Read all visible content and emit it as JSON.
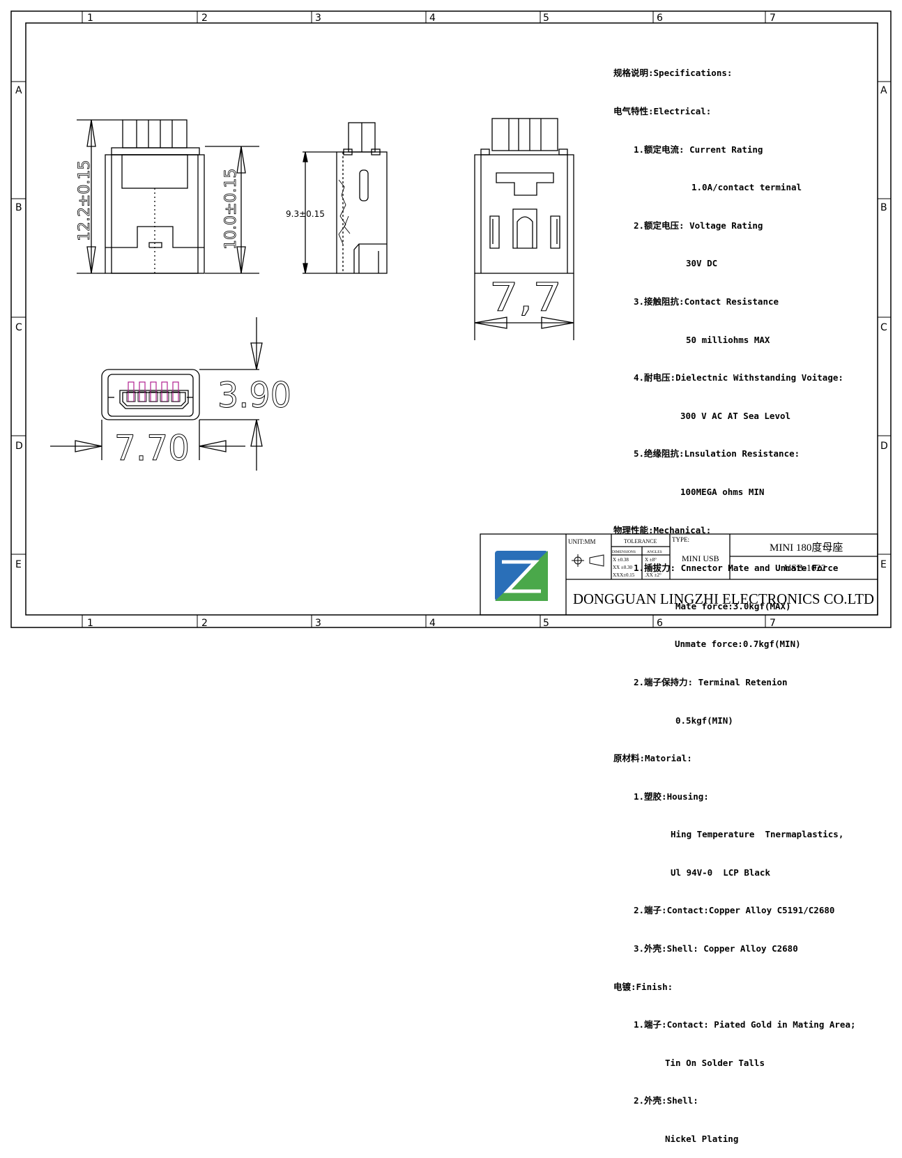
{
  "border": {
    "col_labels": [
      "1",
      "2",
      "3",
      "4",
      "5",
      "6",
      "7"
    ],
    "row_labels": [
      "A",
      "B",
      "C",
      "D",
      "E"
    ]
  },
  "dims": {
    "height_12_2": "12.2±0.15",
    "height_10_0": "10.0±0.15",
    "height_9_3": "9.3±0.15",
    "width_7_7_side": "7,7",
    "thickness_3_90": "3.90",
    "width_7_70_front": "7.70"
  },
  "specs": {
    "title": "规格说明:Specifications:",
    "electrical": "电气特性:Electrical:",
    "e1": "1.额定电流: Current Rating",
    "e1v": "1.0A/contact terminal",
    "e2": "2.额定电压: Voltage Rating",
    "e2v": "30V DC",
    "e3": "3.接触阻抗:Contact Resistance",
    "e3v": "50 milliohms MAX",
    "e4": "4.耐电压:Dielectnic Withstanding Voitage:",
    "e4v": "300 V AC AT Sea Levol",
    "e5": "5.绝缘阻抗:Lnsulation Resistance:",
    "e5v": "100MEGA ohms MIN",
    "mechanical": "物理性能:Mechanical:",
    "m1": "1.插拔力: Cnnector Mate and Unmate Force",
    "m1a": "Mate force:3.0kgf(MAX)",
    "m1b": "Unmate force:0.7kgf(MIN)",
    "m2": "2.端子保持力: Terminal Retenion",
    "m2v": "0.5kgf(MIN)",
    "material": "原材料:Matorial:",
    "t1": "1.塑胶:Housing:",
    "t1a": "Hing Temperature  Tnermaplastics,",
    "t1b": "Ul 94V-0  LCP Black",
    "t2": "2.端子:Contact:Copper Alloy C5191/C2680",
    "t3": "3.外壳:Shell: Copper Alloy C2680",
    "finish": "电镀:Finish:",
    "f1": "1.端子:Contact: Piated Gold in Mating Area;",
    "f1a": "Tin On Solder Talls",
    "f2": "2.外壳:Shell:",
    "f2a": "Nickel Plating"
  },
  "title_block": {
    "unit": "UNIT:MM",
    "tolerance": "TOLERANCE",
    "dimensions": "DIMENSIONS",
    "angles": "ANGLES",
    "tol_rows": [
      {
        "d": "X  ±0.38",
        "a": "X  ±8°"
      },
      {
        "d": "XX ±0.30",
        "a": ".X  ±5°"
      },
      {
        "d": "XXX±0.15",
        "a": ".XX ±2°"
      }
    ],
    "type_label": "TYPE:",
    "type_value": "MINI USB",
    "product_name": "MINI 180度母座",
    "part_number": "USB-1022",
    "company": "DONGGUAN LINGZHI ELECTRONICS CO.LTD"
  },
  "colors": {
    "logo_blue": "#2a6fb8",
    "logo_green": "#4aa84a",
    "pin_magenta": "#b02090"
  }
}
